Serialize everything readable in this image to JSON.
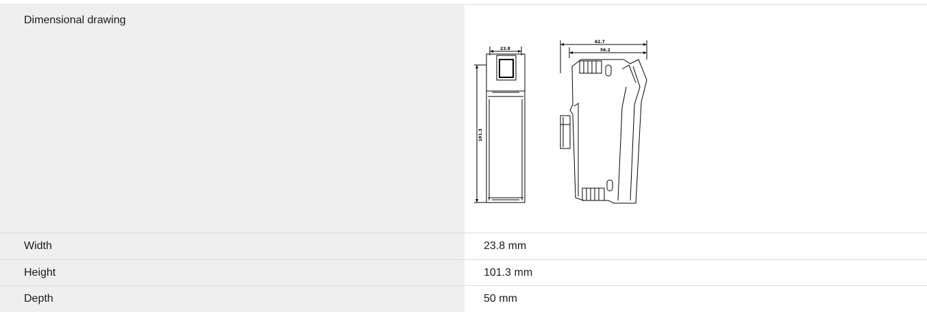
{
  "specs": {
    "drawing_label": "Dimensional drawing",
    "drawing": {
      "front_width_label": "23.8",
      "front_height_label": "101.3",
      "side_total_label": "62.7",
      "side_body_label": "56.2"
    },
    "rows": [
      {
        "label": "Width",
        "value": "23.8 mm"
      },
      {
        "label": "Height",
        "value": "101.3 mm"
      },
      {
        "label": "Depth",
        "value": "50 mm"
      }
    ]
  }
}
